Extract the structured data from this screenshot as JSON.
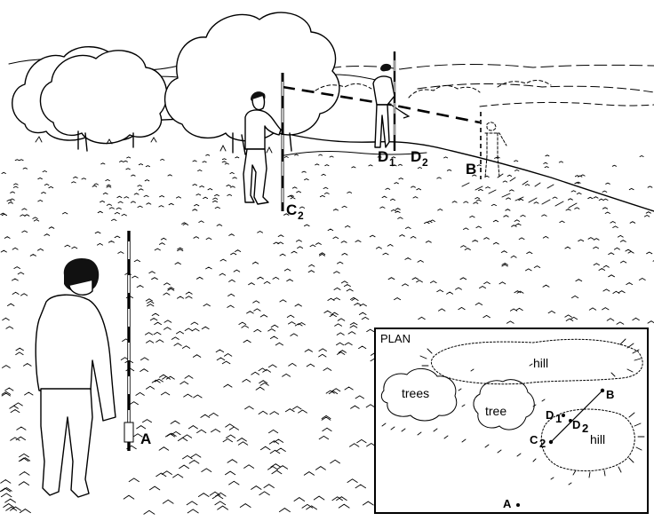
{
  "scene": {
    "points": {
      "A": "A",
      "B": "B",
      "C": "C",
      "C_sub": "2",
      "D1": "D",
      "D1_sub": "1",
      "D2": "D",
      "D2_sub": "2"
    }
  },
  "plan": {
    "title": "PLAN",
    "labels": {
      "hill_top": "hill",
      "hill_bottom": "hill",
      "trees": "trees",
      "tree": "tree"
    },
    "points": {
      "A": "A",
      "B": "B",
      "C": "C",
      "C_sub": "2",
      "D1": "D",
      "D1_sub": "1",
      "D2": "D",
      "D2_sub": "2"
    }
  }
}
